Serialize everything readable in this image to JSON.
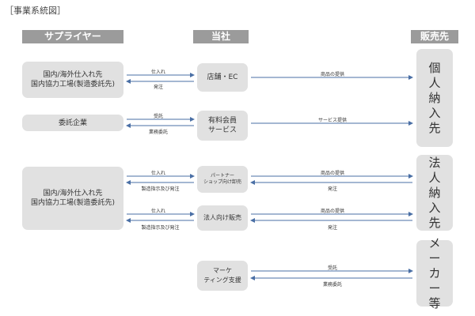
{
  "title": "［事業系統図］",
  "headers": {
    "supplier": "サプライヤー",
    "company": "当社",
    "sales": "販売先"
  },
  "suppliers": {
    "s1": "国内/海外仕入れ先\n国内協力工場(製造委託先)",
    "s2": "委託企業",
    "s3": "国内/海外仕入れ先\n国内協力工場(製造委託先)"
  },
  "company": {
    "c1": "店舗・EC",
    "c2": "有料会員\nサービス",
    "c3": "パートナー\nショップ向け卸売",
    "c4": "法人向け販売",
    "c5": "マーケ\nティング支援"
  },
  "sales": {
    "t1": "個\n人\n納\n入\n先",
    "t2": "法\n人\n納\n入\n先",
    "t3": "メ\nー\nカ\nー\n等"
  },
  "labels": {
    "l1a": "仕入れ",
    "l1b": "発注",
    "l2a": "受託",
    "l2b": "業務委託",
    "l3a": "仕入れ",
    "l3b": "製造指示及び発注",
    "l4a": "仕入れ",
    "l4b": "製造指示及び発注",
    "r1": "商品の提供",
    "r2": "サービス提供",
    "r3a": "商品の提供",
    "r3b": "発注",
    "r4a": "商品の提供",
    "r4b": "発注",
    "r5a": "受託",
    "r5b": "業務委託"
  }
}
